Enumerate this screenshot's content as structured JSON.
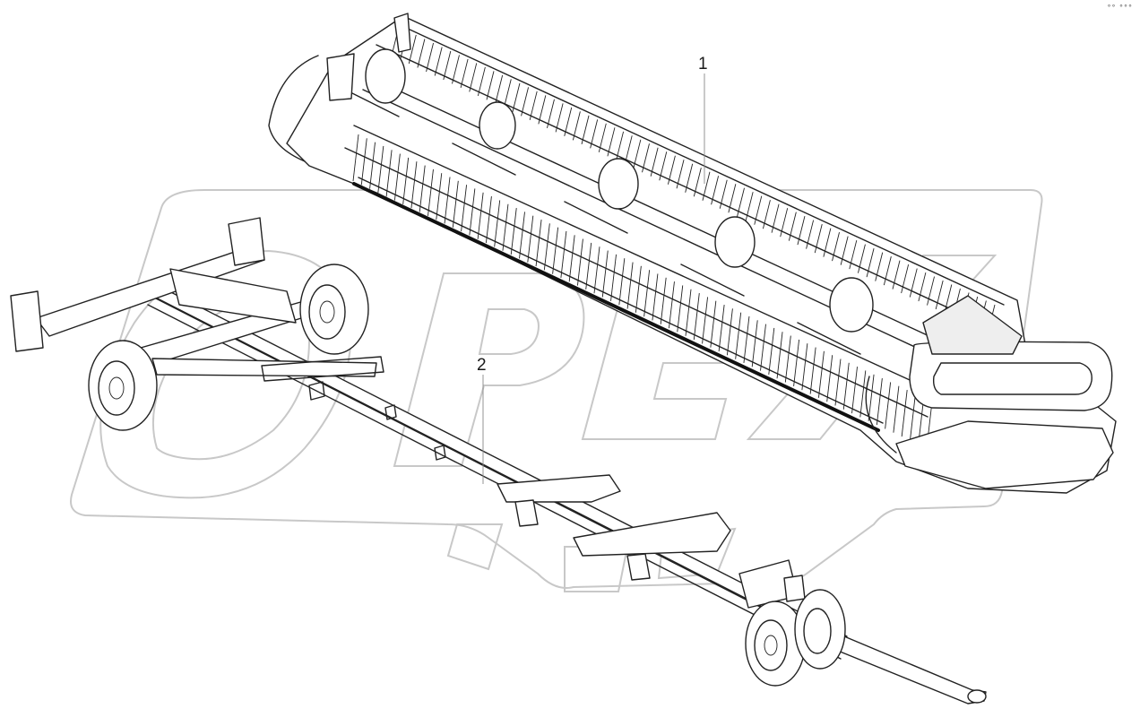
{
  "watermark": {
    "text": "OPEX",
    "icon": "opex-logo-watermark",
    "color": "#c8c8c8"
  },
  "callouts": [
    {
      "id": "1",
      "label": "1",
      "part": "header-reel"
    },
    {
      "id": "2",
      "label": "2",
      "part": "transport-cart"
    }
  ],
  "corner_mark": "°° °°°",
  "colors": {
    "line": "#222222",
    "background": "#ffffff",
    "leader": "#888888"
  }
}
